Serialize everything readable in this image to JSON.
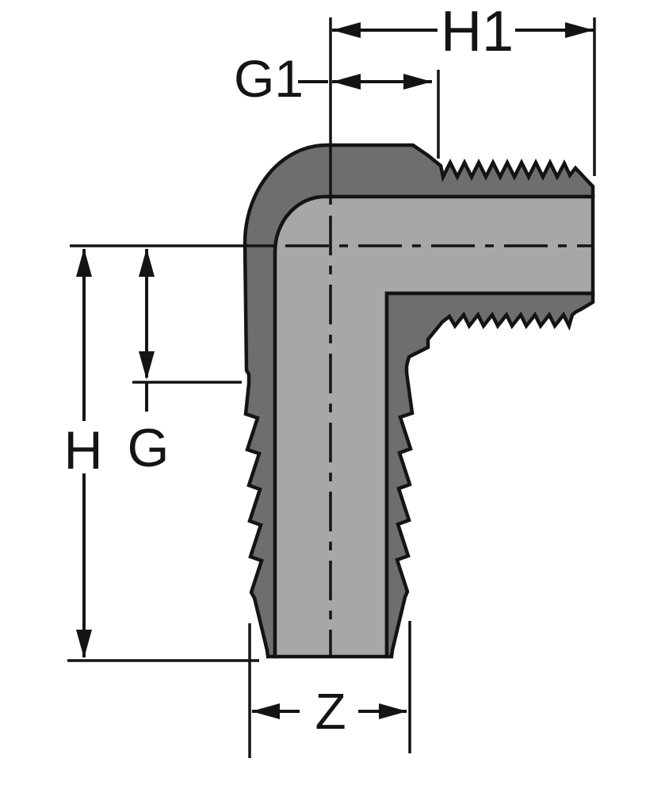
{
  "diagram": {
    "type": "technical-drawing",
    "subject": "90-degree elbow fitting cross-section, male threaded end (right) by hose-barb insert end (bottom)",
    "labels": {
      "h1": "H1",
      "g1": "G1",
      "h": "H",
      "g": "G",
      "z": "Z"
    },
    "colors": {
      "outline": "#141414",
      "body_dark": "#6e6e70",
      "body_light": "#a7a7a9",
      "label_gray": "#6f6f6f",
      "background": "#ffffff"
    }
  }
}
